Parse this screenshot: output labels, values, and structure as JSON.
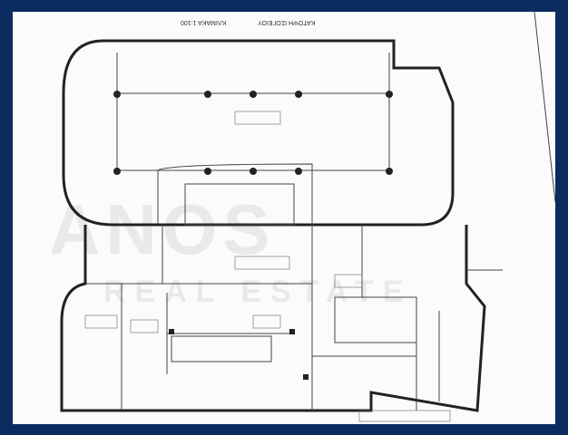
{
  "drawing": {
    "title": "ΚΑΤΟΨΗ ΙΣΟΓΕΙΟΥ",
    "scale": "ΚΛΙΜΑΚΑ 1:100",
    "watermark": "ANOS",
    "watermark_sub": "REAL ESTATE"
  },
  "colors": {
    "frame": "#0c2b5e",
    "paper": "#fbfbfb",
    "ink": "#222222"
  }
}
